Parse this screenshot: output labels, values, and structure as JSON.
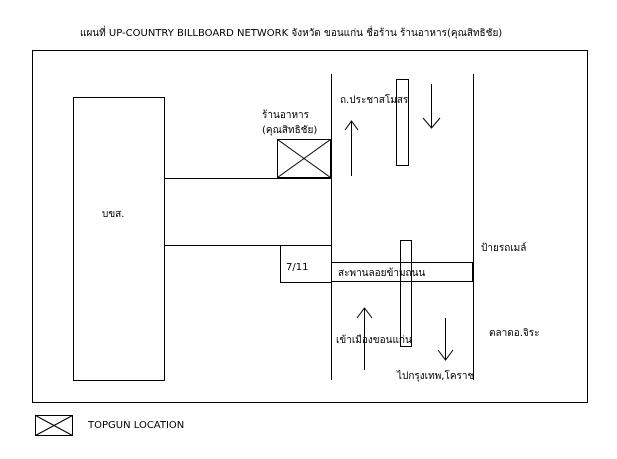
{
  "title": "แผนที่ UP-COUNTRY BILLBOARD NETWORK จังหวัด ขอนแก่น ชื่อร้าน ร้านอาหาร(คุณสิทธิชัย)",
  "labels": {
    "restaurant_line1": "ร้านอาหาร",
    "restaurant_line2": "(คุณสิทธิชัย)",
    "road_prachasamosorn": "ถ.ประชาสโมสร",
    "bts": "บขส.",
    "seven_eleven": "7/11",
    "bus_sign": "ป้ายรถเมล์",
    "overpass": "สะพานลอยข้ามถนน",
    "to_city": "เข้าเมืองขอนแก่น",
    "market": "ตลาดอ.จิระ",
    "to_bangkok_korat": "ไปกรุงเทพ,โคราช"
  },
  "legend": {
    "label": "TOPGUN LOCATION",
    "icon": "x-box-icon"
  },
  "colors": {
    "line": "#000000",
    "background": "#ffffff"
  }
}
